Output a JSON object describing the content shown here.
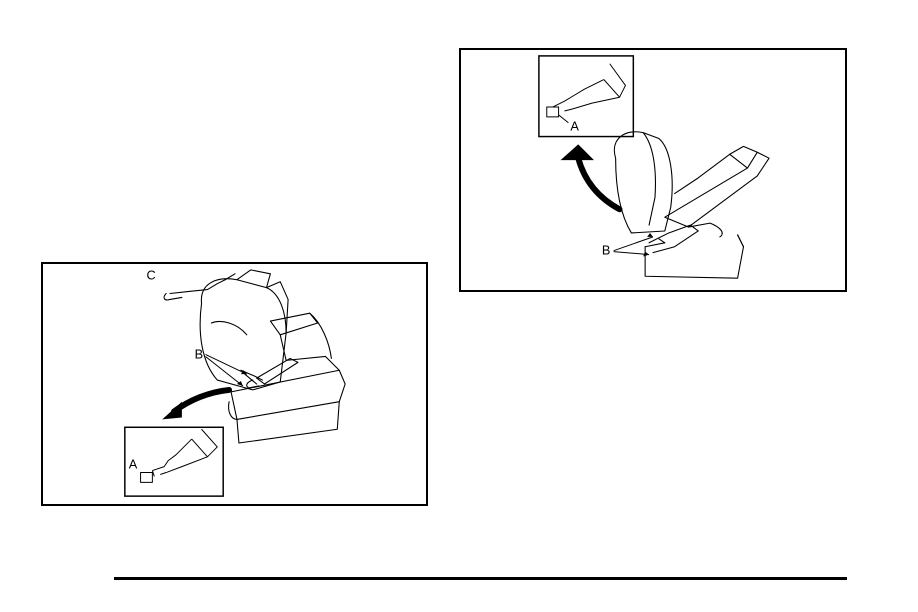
{
  "figures": [
    {
      "description_labels": {
        "label_c": "C",
        "label_b": "B",
        "label_a": "A"
      }
    },
    {
      "description_labels": {
        "label_a": "A",
        "label_b": "B"
      }
    }
  ]
}
